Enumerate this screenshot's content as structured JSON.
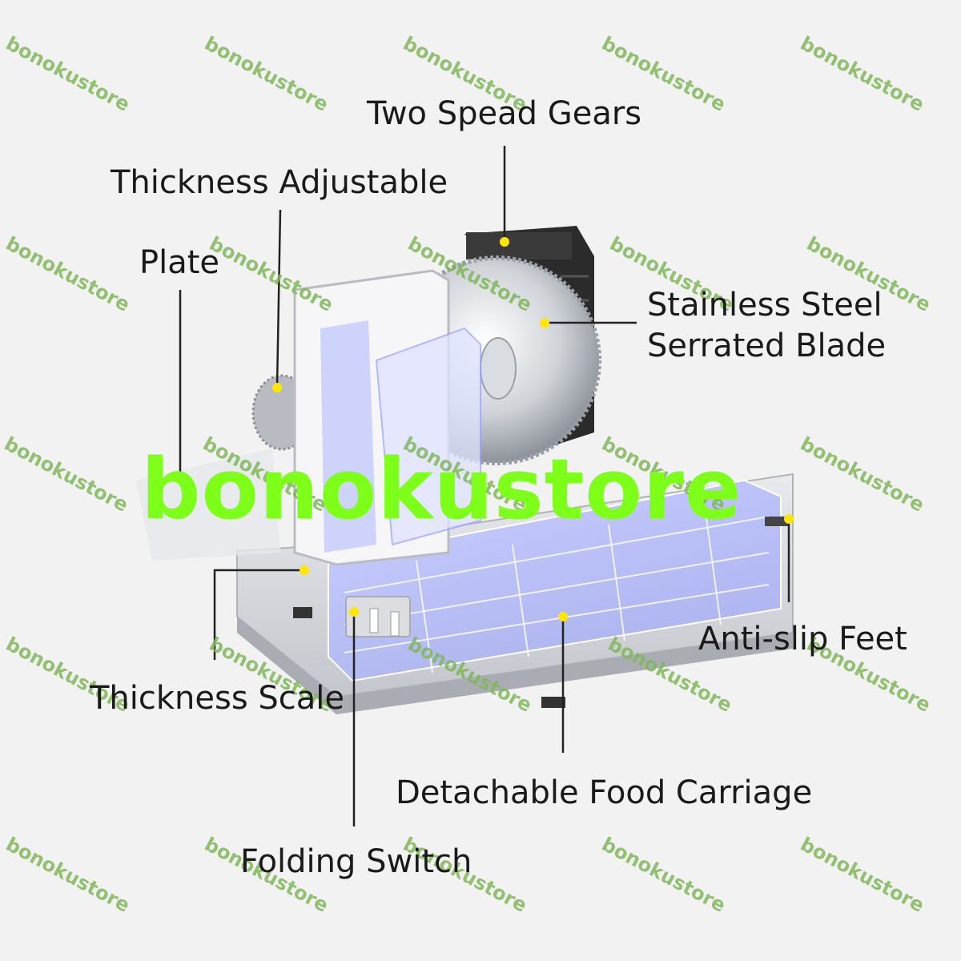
{
  "labels": {
    "two_speed_gears": "Two Spead Gears",
    "thickness_adjustable": "Thickness Adjustable",
    "plate": "Plate",
    "blade_line1": "Stainless Steel",
    "blade_line2": "Serrated Blade",
    "anti_slip_feet": "Anti-slip Feet",
    "thickness_scale": "Thickness Scale",
    "detachable_food_carriage": "Detachable Food Carriage",
    "folding_switch": "Folding Switch"
  },
  "watermark": {
    "big": "bonokustore",
    "small": "bonokustore"
  },
  "colors": {
    "background": "#f2f2f2",
    "label_text": "#1a1a1a",
    "leader_line": "#222222",
    "marker_dot": "#ffe600",
    "watermark_big": "#7dff1a",
    "watermark_small": "#7fb85a",
    "blade_housing": "#2b2b2b",
    "glow": "#7f8cff"
  }
}
